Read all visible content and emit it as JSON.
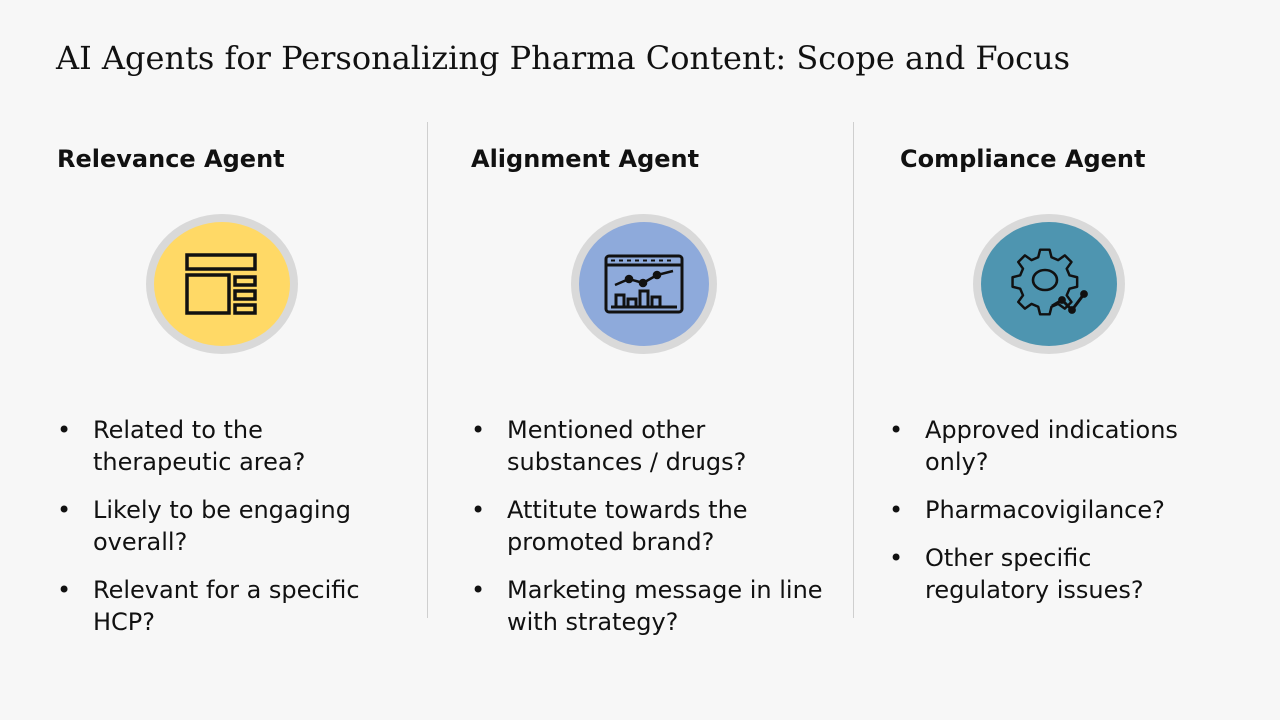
{
  "slide": {
    "title": "AI Agents for Personalizing Pharma Content: Scope and Focus"
  },
  "columns": [
    {
      "heading": "Relevance Agent",
      "icon": "layout-dashboard-icon",
      "color": "#ffd966",
      "bullets": [
        "Related to the therapeutic area?",
        "Likely to be engaging overall?",
        "Relevant for a specific HCP?"
      ]
    },
    {
      "heading": "Alignment Agent",
      "icon": "analytics-chart-icon",
      "color": "#8eaadb",
      "bullets": [
        "Mentioned other substances / drugs?",
        "Attitute towards the promoted brand?",
        "Marketing message in line with strategy?"
      ]
    },
    {
      "heading": "Compliance Agent",
      "icon": "gear-check-icon",
      "color": "#4e95b0",
      "bullets": [
        "Approved indications only?",
        "Pharmacovigilance?",
        "Other specific regulatory issues?"
      ]
    }
  ]
}
